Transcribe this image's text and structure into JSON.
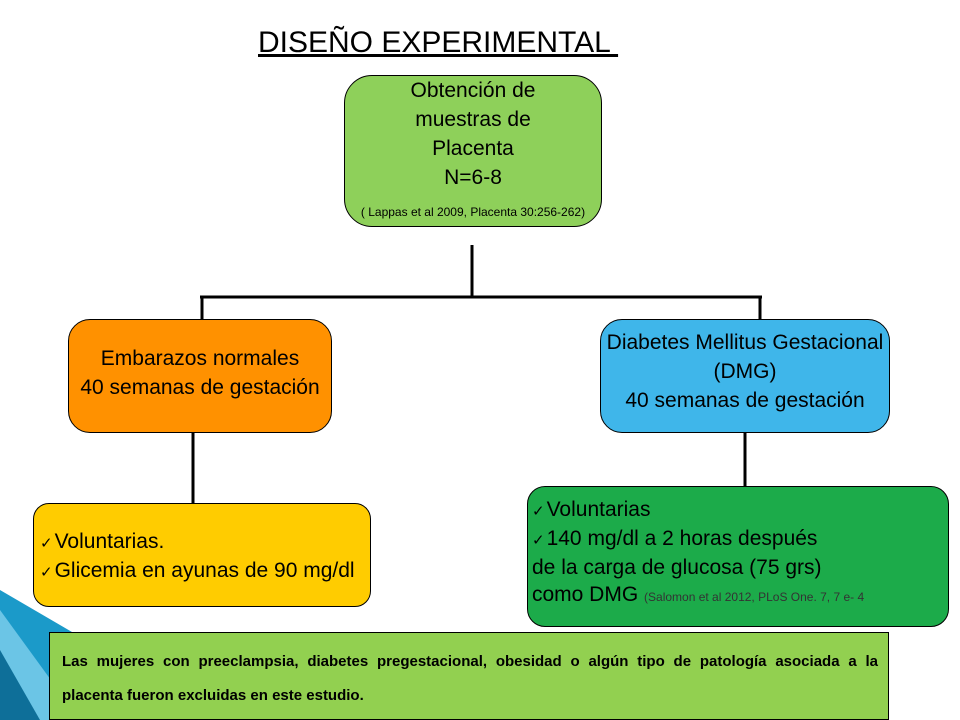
{
  "colors": {
    "top_box": "#8ed05a",
    "normal_box": "#ff9100",
    "dmg_box": "#3fb6ea",
    "yellow_box": "#ffcc00",
    "green_box": "#1cab4a",
    "note_box": "#92d050",
    "decor_blue": "#1b9ac9"
  },
  "title": "DISEÑO EXPERIMENTAL ",
  "top_box": {
    "lines": [
      "Obtención de",
      "muestras de",
      "Placenta",
      "N=6-8"
    ],
    "reference": "( Lappas et al 2009, Placenta 30:256-262)"
  },
  "normal_box": {
    "lines": [
      "Embarazos normales",
      "40 semanas de gestación"
    ]
  },
  "dmg_box": {
    "lines": [
      "Diabetes Mellitus Gestacional",
      "(DMG)",
      "40 semanas de gestación"
    ]
  },
  "yellow_box": {
    "items": [
      "Voluntarias.",
      "Glicemia en ayunas de 90 mg/dl"
    ]
  },
  "green_box": {
    "items": [
      "Voluntarias",
      "140 mg/dl a 2 horas después"
    ],
    "continuation": [
      "de la carga de glucosa (75 grs)",
      "como DMG "
    ],
    "reference": "(Salomon et al 2012, PLoS One. 7, 7 e- 4"
  },
  "note": "Las mujeres con preeclampsia, diabetes pregestacional, obesidad o algún tipo de patología asociada a la placenta fueron excluidas en este estudio."
}
